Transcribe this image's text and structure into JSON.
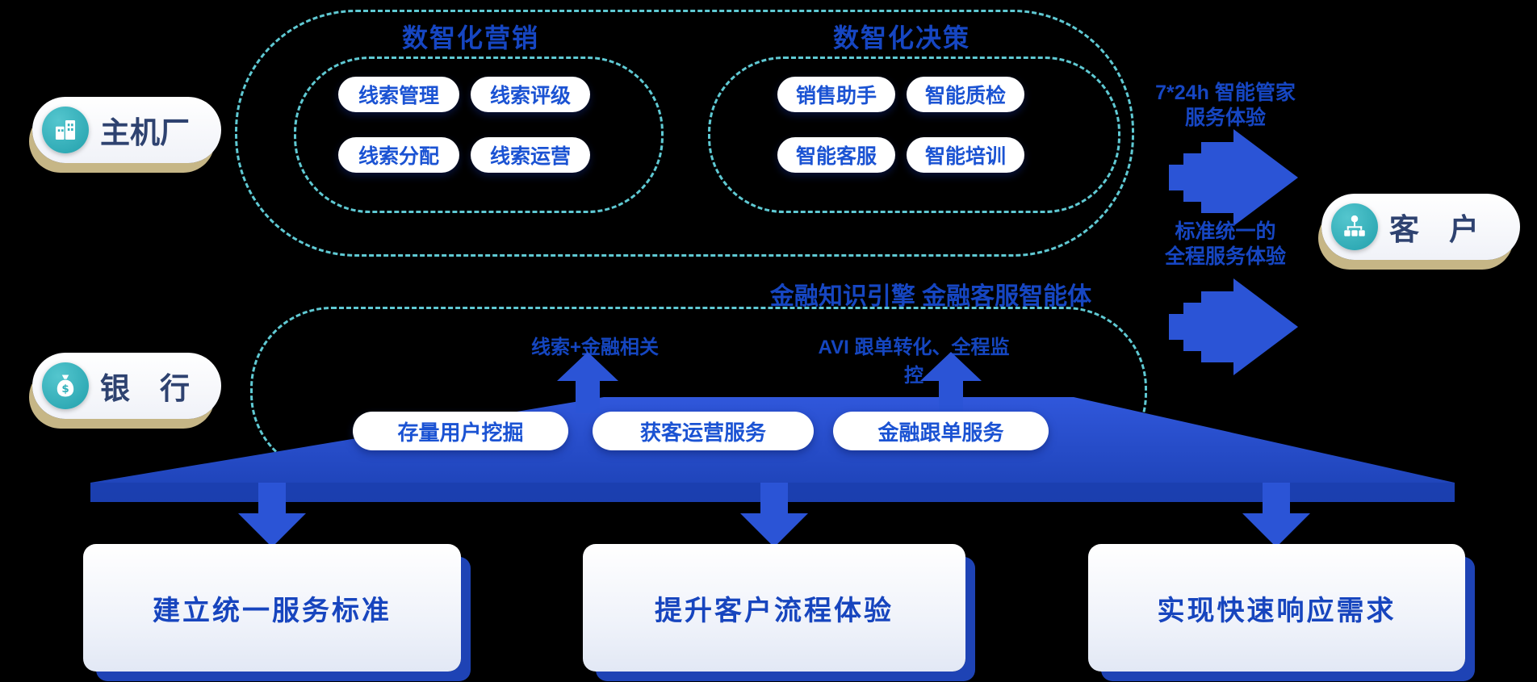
{
  "colors": {
    "background": "#000000",
    "dashed_border": "#5fc9d3",
    "arrow_blue": "#2b54d6",
    "title_blue": "#1646c2",
    "pill_text_blue": "#1b53d3",
    "goal_text_blue": "#1745be",
    "actor_text": "#2e4270",
    "actor_shadow_tan": "#c6b686",
    "icon_teal": "#2fb0ba"
  },
  "actors": {
    "oem": {
      "label": "主机厂",
      "icon": "building-icon"
    },
    "bank": {
      "label": "银　行",
      "icon": "money-bag-icon"
    },
    "customer": {
      "label": "客　户",
      "icon": "org-icon"
    }
  },
  "marketing": {
    "title": "数智化营销",
    "items": [
      "线索管理",
      "线索评级",
      "线索分配",
      "线索运营"
    ]
  },
  "decision": {
    "title": "数智化决策",
    "items": [
      "销售助手",
      "智能质检",
      "智能客服",
      "智能培训"
    ]
  },
  "finance": {
    "title": "金融知识引擎 金融客服智能体",
    "flow_labels": [
      "线索+金融相关",
      "AVI 跟单转化、全程监控"
    ],
    "items": [
      "存量用户挖掘",
      "获客运营服务",
      "金融跟单服务"
    ]
  },
  "arrows": {
    "top": {
      "line1": "7*24h 智能管家",
      "line2": "服务体验"
    },
    "bottom": {
      "line1": "标准统一的",
      "line2": "全程服务体验"
    }
  },
  "goals": [
    "建立统一服务标准",
    "提升客户流程体验",
    "实现快速响应需求"
  ]
}
